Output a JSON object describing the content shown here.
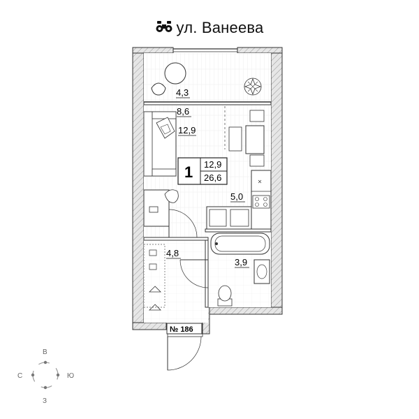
{
  "header": {
    "street": "ул. Ванеева",
    "icon": "binoculars-icon"
  },
  "plan": {
    "room_count": "1",
    "living_area": "12,9",
    "total_area": "26,6",
    "apartment_number": "№ 186",
    "rooms": [
      {
        "key": "balcony",
        "area": "4,3"
      },
      {
        "key": "sleeping",
        "area": "8,6"
      },
      {
        "key": "living",
        "area": "12,9"
      },
      {
        "key": "kitchen",
        "area": "5,0"
      },
      {
        "key": "hallway",
        "area": "4,8"
      },
      {
        "key": "bathroom",
        "area": "3,9"
      }
    ]
  },
  "compass": {
    "north": "В",
    "west": "С",
    "east": "Ю",
    "south": "З"
  },
  "colors": {
    "wall_fill": "#d9d9d9",
    "line": "#222222",
    "floor_line": "#cfcfcf"
  }
}
